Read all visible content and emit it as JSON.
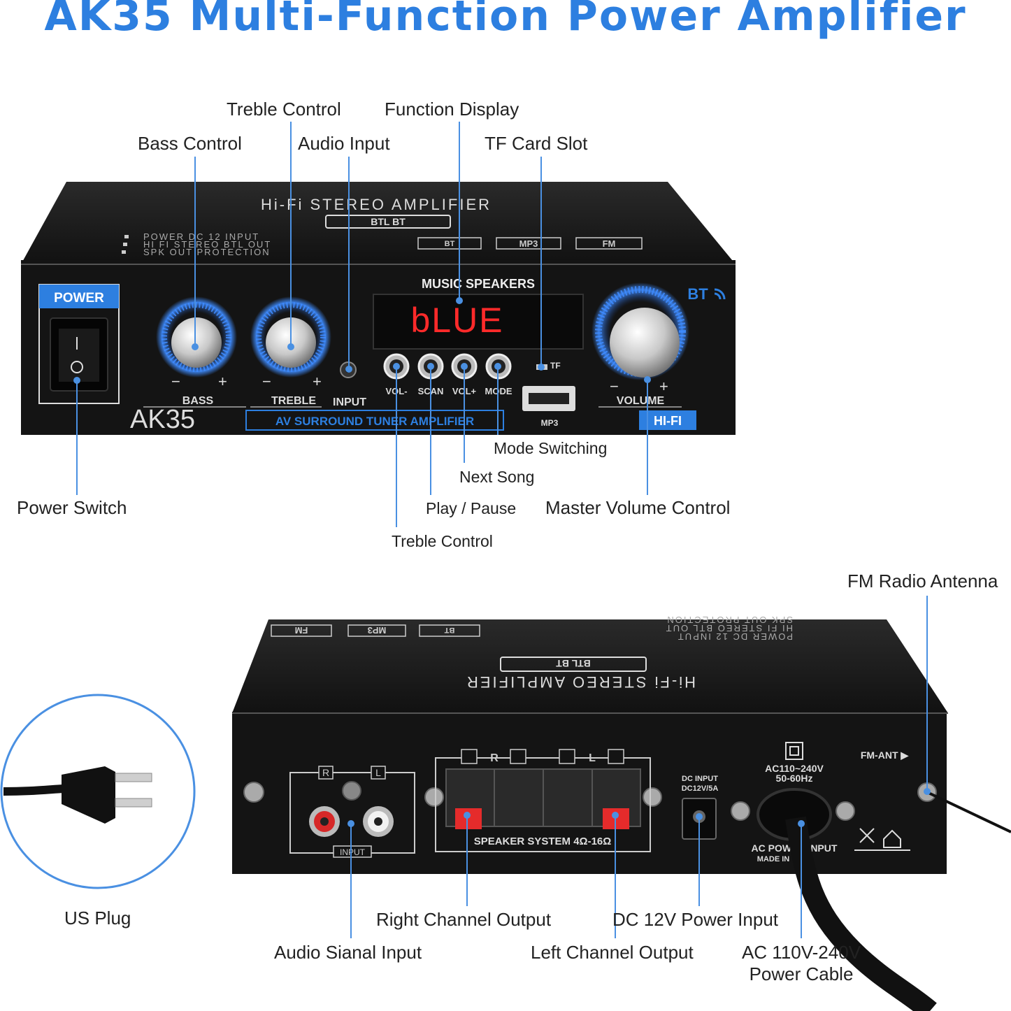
{
  "title": "AK35 Multi-Function Power Amplifier",
  "colors": {
    "accent": "#2d7fe0",
    "leader": "#4a90e2",
    "panel": "#151515",
    "display_text": "#ff2a2a",
    "label_text": "#222222"
  },
  "front_panel": {
    "header": "Hi-Fi STEREO AMPLIFIER",
    "badge": "BTL BT",
    "features": [
      "POWER DC 12 INPUT",
      "HI FI STEREO BTL OUT",
      "SPK OUT PROTECTION"
    ],
    "badges": [
      "BT",
      "MP3",
      "FM"
    ],
    "power_label": "POWER",
    "music_label": "MUSIC SPEAKERS",
    "display_text": "bLUE",
    "bt_label": "BT",
    "bass_label": "BASS",
    "treble_label": "TREBLE",
    "input_label": "INPUT",
    "volume_label": "VOLUME",
    "buttons": [
      "VOL-",
      "SCAN",
      "VOL+",
      "MODE"
    ],
    "tf_label": "TF",
    "mp3_label": "MP3",
    "model": "AK35",
    "surround_label": "AV SURROUND TUNER AMPLIFIER",
    "hifi_label": "HI-FI",
    "minus": "−",
    "plus": "+"
  },
  "rear_panel": {
    "channel_r": "R",
    "channel_l": "L",
    "input_label": "INPUT",
    "speaker_label": "SPEAKER SYSTEM 4Ω-16Ω",
    "dc_label_1": "DC INPUT",
    "dc_label_2": "DC12V/5A",
    "ac_label_1": "AC110~240V",
    "ac_label_2": "50-60Hz",
    "fm_label": "FM-ANT ▶",
    "ac_power": "AC POWER INPUT",
    "made": "MADE IN"
  },
  "callouts": {
    "treble_control_top": "Treble Control",
    "function_display": "Function Display",
    "bass_control": "Bass Control",
    "audio_input": "Audio Input",
    "tf_card_slot": "TF Card Slot",
    "mode_switching": "Mode Switching",
    "next_song": "Next Song",
    "power_switch": "Power Switch",
    "play_pause": "Play / Pause",
    "master_volume": "Master Volume Control",
    "treble_control_bottom": "Treble Control",
    "fm_antenna": "FM Radio Antenna",
    "us_plug": "US Plug",
    "right_channel": "Right Channel Output",
    "dc_power_input": "DC 12V Power Input",
    "audio_signal_input": "Audio Sianal Input",
    "left_channel": "Left Channel Output",
    "ac_cable_1": "AC 110V-240V",
    "ac_cable_2": "Power Cable"
  }
}
